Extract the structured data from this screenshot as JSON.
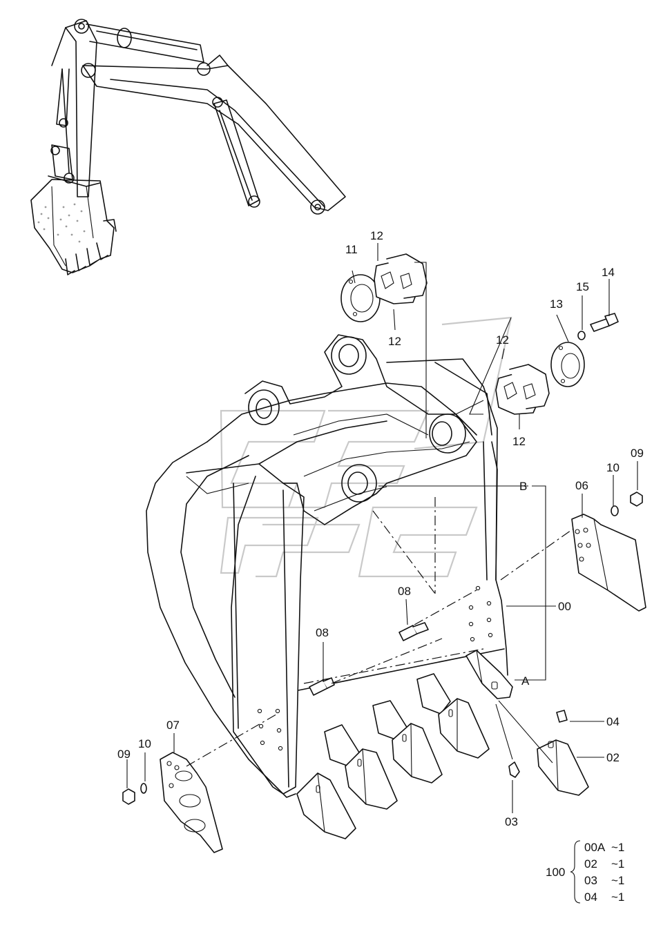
{
  "labels": {
    "p00": "00",
    "p02": "02",
    "p03": "03",
    "p04": "04",
    "p06": "06",
    "p07": "07",
    "p08a": "08",
    "p08b": "08",
    "p09a": "09",
    "p09b": "09",
    "p10a": "10",
    "p10b": "10",
    "p11": "11",
    "p12a": "12",
    "p12b": "12",
    "p12c": "12",
    "p12d": "12",
    "p13": "13",
    "p14": "14",
    "p15": "15",
    "refA": "A",
    "refB": "B"
  },
  "assembly": {
    "number": "100",
    "items": [
      {
        "part": "00A",
        "qty": "~1"
      },
      {
        "part": "02",
        "qty": "~1"
      },
      {
        "part": "03",
        "qty": "~1"
      },
      {
        "part": "04",
        "qty": "~1"
      }
    ]
  }
}
